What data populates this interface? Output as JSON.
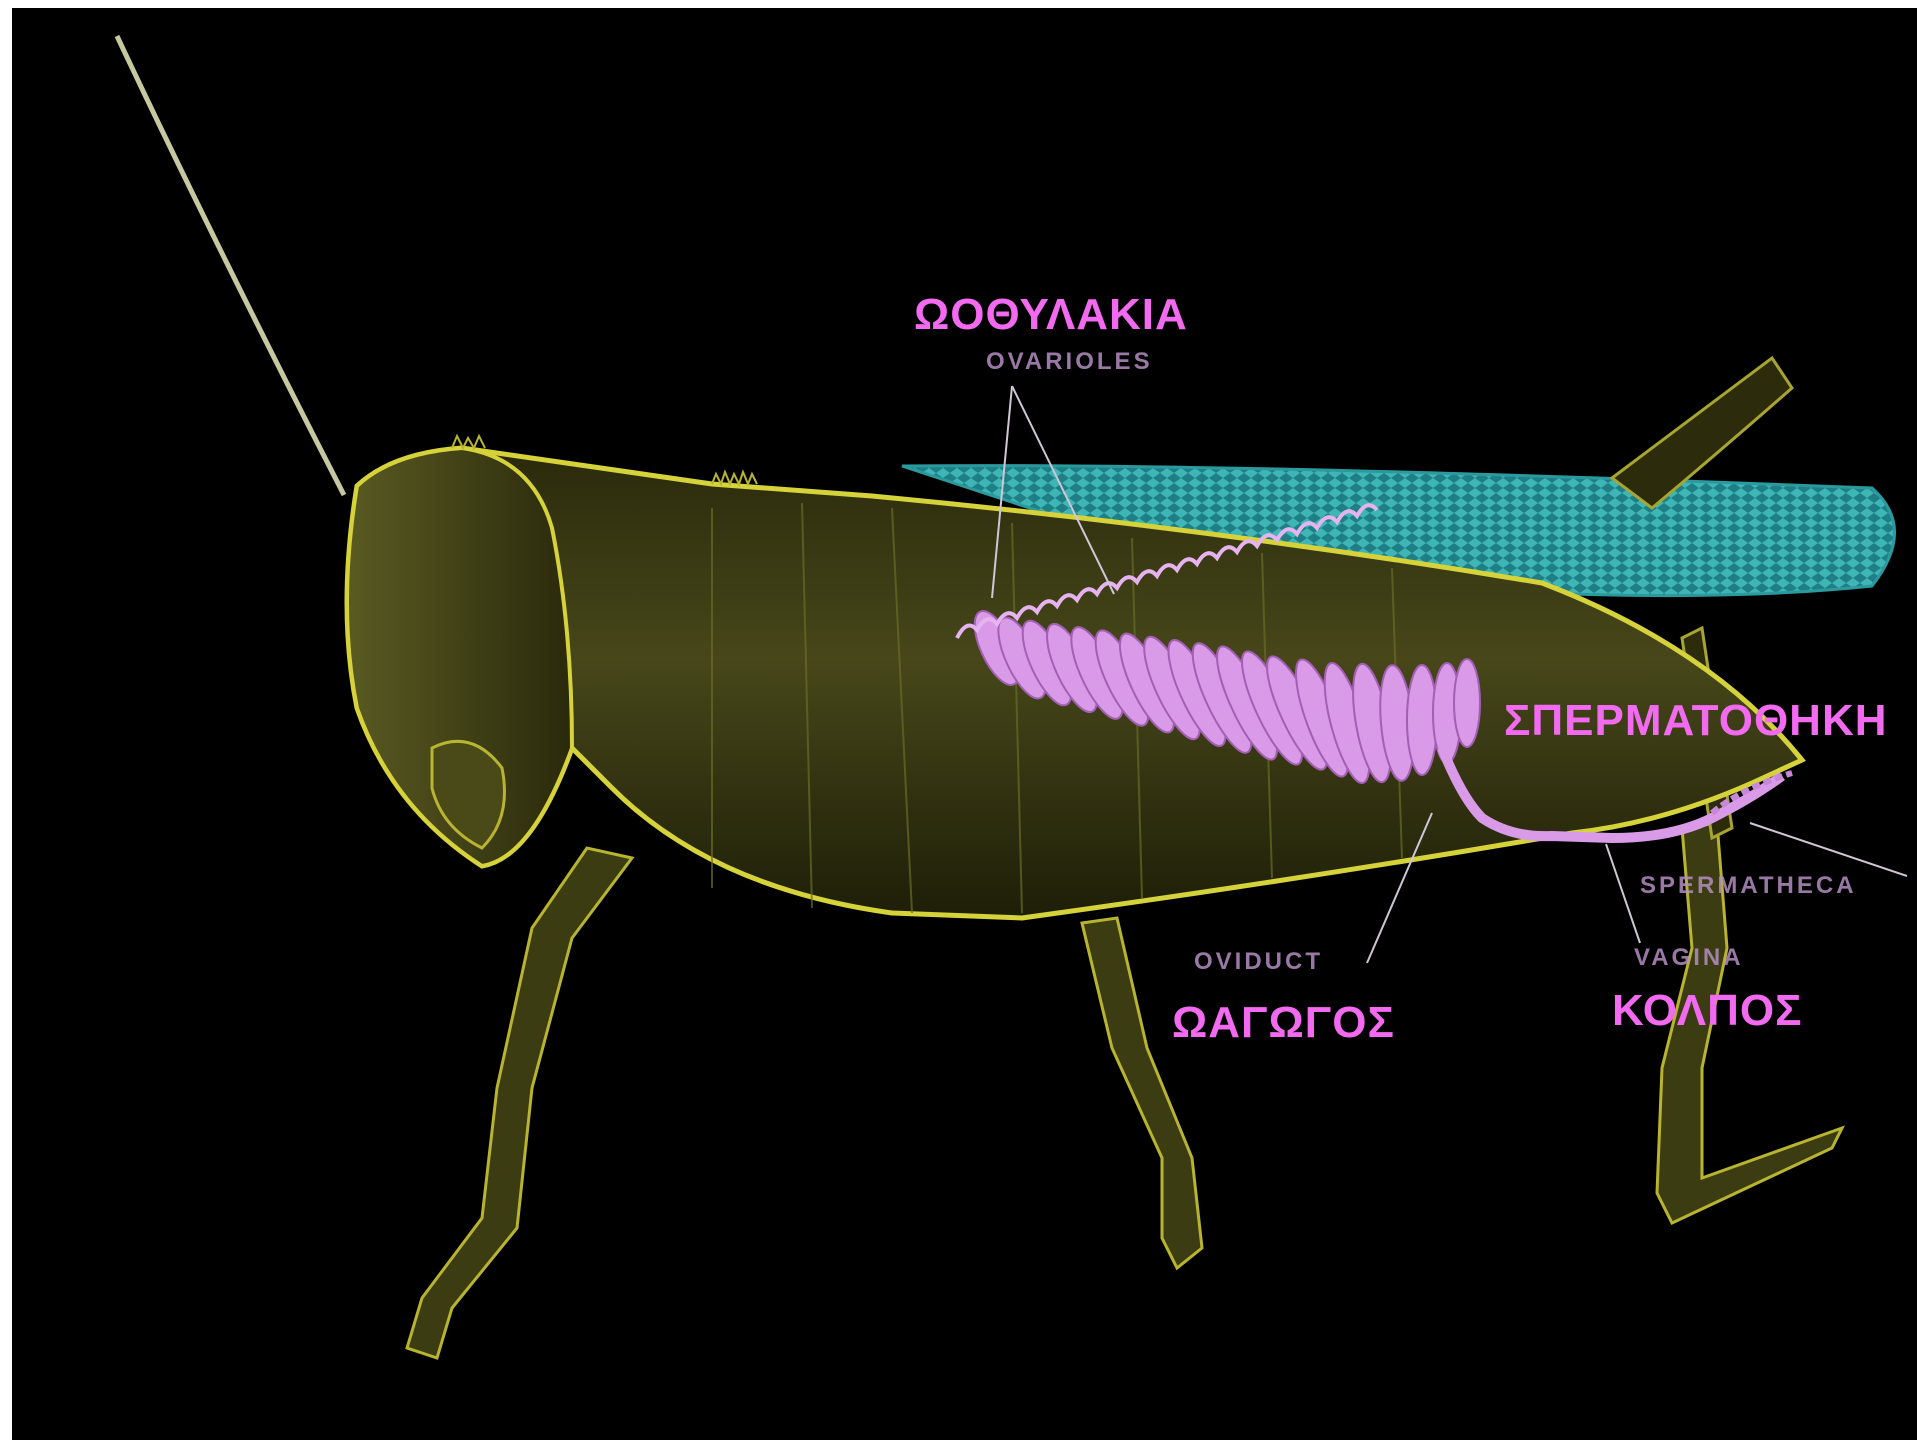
{
  "colors": {
    "background": "#000000",
    "body_outline": "#d6d23a",
    "body_fill": "#3a3a12",
    "ovaries": "#d99ae8",
    "wing": "#3fb6b6",
    "greek_label": "#f26af0",
    "english_label": "#b48ec3"
  },
  "labels": {
    "ovarioles_greek": "ΩΟΘΥΛΑΚΙΑ",
    "ovarioles_english": "OVARIOLES",
    "spermatheca_greek": "ΣΠΕΡΜΑΤΟΘΗΚΗ",
    "spermatheca_english": "SPERMATHECA",
    "oviduct_english": "OVIDUCT",
    "oviduct_greek": "ΩΑΓΩΓΟΣ",
    "vagina_english": "VAGINA",
    "vagina_greek": "ΚΟΛΠΟΣ"
  }
}
